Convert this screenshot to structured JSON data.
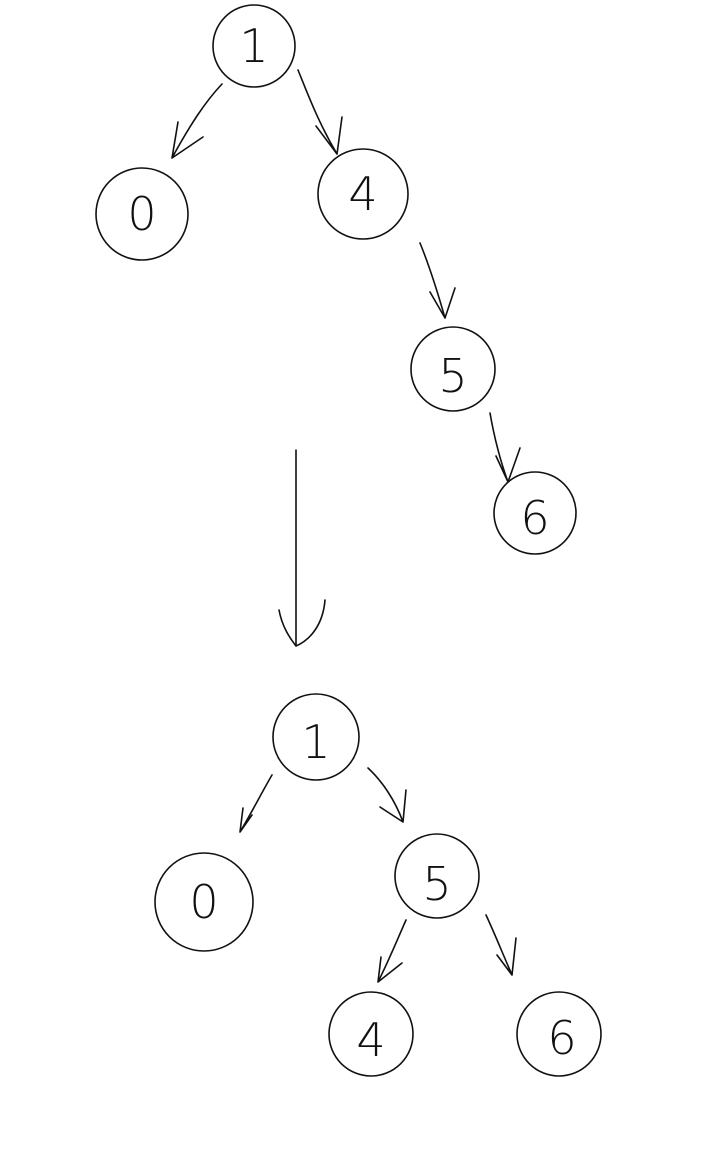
{
  "before_tree": {
    "nodes": [
      {
        "id": "b1",
        "label": "1"
      },
      {
        "id": "b0",
        "label": "0"
      },
      {
        "id": "b4",
        "label": "4"
      },
      {
        "id": "b5",
        "label": "5"
      },
      {
        "id": "b6",
        "label": "6"
      }
    ],
    "edges": [
      {
        "from": "b1",
        "to": "b0"
      },
      {
        "from": "b1",
        "to": "b4"
      },
      {
        "from": "b4",
        "to": "b5"
      },
      {
        "from": "b5",
        "to": "b6"
      }
    ]
  },
  "after_tree": {
    "nodes": [
      {
        "id": "a1",
        "label": "1"
      },
      {
        "id": "a0",
        "label": "0"
      },
      {
        "id": "a5",
        "label": "5"
      },
      {
        "id": "a4",
        "label": "4"
      },
      {
        "id": "a6",
        "label": "6"
      }
    ],
    "edges": [
      {
        "from": "a1",
        "to": "a0"
      },
      {
        "from": "a1",
        "to": "a5"
      },
      {
        "from": "a5",
        "to": "a4"
      },
      {
        "from": "a5",
        "to": "a6"
      }
    ]
  }
}
